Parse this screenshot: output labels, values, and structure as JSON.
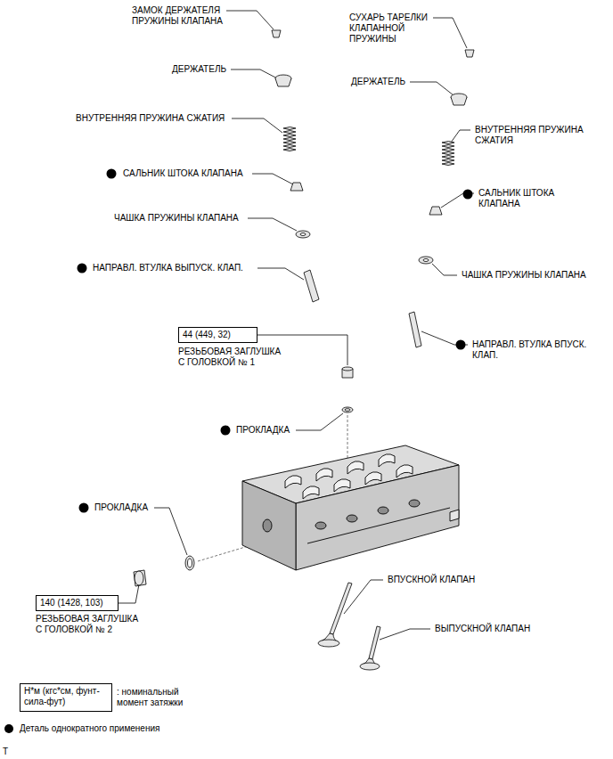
{
  "diagram": {
    "nodes": [
      {
        "text": [
          "44 (449, 32)"
        ]
      },
      {
        "text": [
          "140 (1428, 103)"
        ]
      },
      {
        "text": [
          "Н*м (кгс*см, фунт-сила-фут)"
        ]
      }
    ],
    "labels": [
      "ЗАМОК ДЕРЖАТЕЛЯ ПРУЖИНЫ КЛАПАНА",
      "СУХАРЬ ТАРЕЛКИ КЛАПАННОЙ ПРУЖИНЫ",
      "ДЕРЖАТЕЛЬ",
      "ДЕРЖАТЕЛЬ",
      "ВНУТРЕННЯЯ ПРУЖИНА СЖАТИЯ",
      "ВНУТРЕННЯЯ ПРУЖИНА СЖАТИЯ",
      "САЛЬНИК ШТОКА КЛАПАНА",
      "САЛЬНИК ШТОКА КЛАПАНА",
      "ЧАШКА ПРУЖИНЫ КЛАПАНА",
      "НАПРАВЛ. ВТУЛКА ВЫПУСК. КЛАП.",
      "ЧАШКА ПРУЖИНЫ КЛАПАНА",
      "РЕЗЬБОВАЯ ЗАГЛУШКА С ГОЛОВКОЙ № 1",
      "НАПРАВЛ. ВТУЛКА ВПУСК. КЛАП.",
      "ПРОКЛАДКА",
      "ПРОКЛАДКА",
      "РЕЗЬБОВАЯ ЗАГЛУШКА С ГОЛОВКОЙ № 2",
      "ВПУСКНОЙ КЛАПАН",
      "ВЫПУСКНОЙ КЛАПАН",
      "T"
    ],
    "legend": [
      {
        "text": ": номинальный момент затяжки"
      },
      {
        "text": "Деталь однократного применения",
        "color": "#000000"
      }
    ]
  }
}
